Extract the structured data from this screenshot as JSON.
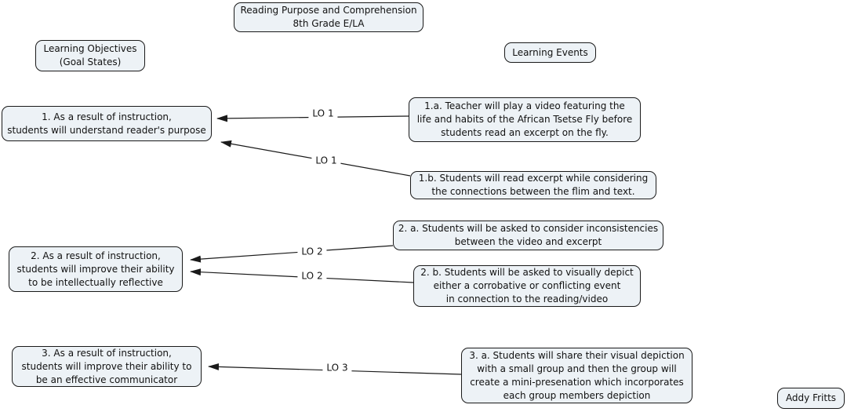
{
  "diagram": {
    "title": "Reading Purpose and Comprehension\n8th Grade E/LA",
    "column_headers": {
      "objectives": "Learning Objectives\n(Goal States)",
      "events": "Learning Events"
    },
    "objectives": [
      {
        "id": "objective-1",
        "text": "1. As a result of instruction,\nstudents will understand reader's purpose"
      },
      {
        "id": "objective-2",
        "text": "2. As a result of instruction,\nstudents will improve their ability\nto be intellectually reflective"
      },
      {
        "id": "objective-3",
        "text": "3. As a result of instruction,\nstudents will improve their ability to\nbe an effective communicator"
      }
    ],
    "events": [
      {
        "id": "event-1a",
        "text": "1.a. Teacher will play a video featuring the\nlife and habits of the African Tsetse Fly before\nstudents read an excerpt on the fly."
      },
      {
        "id": "event-1b",
        "text": "1.b. Students will read excerpt while considering\nthe connections between the flim and text."
      },
      {
        "id": "event-2a",
        "text": "2. a. Students will be asked to consider inconsistencies\nbetween the video and excerpt"
      },
      {
        "id": "event-2b",
        "text": "2. b. Students will be asked to visually depict\neither a corrobative or conflicting event\nin connection to the reading/video"
      },
      {
        "id": "event-3a",
        "text": "3. a. Students will share their visual depiction\nwith a small group and then the group will\ncreate a mini-presenation which incorporates\neach group members depiction"
      }
    ],
    "connections": [
      {
        "label": "LO 1",
        "from": "event-1a",
        "to": "objective-1"
      },
      {
        "label": "LO 1",
        "from": "event-1b",
        "to": "objective-1"
      },
      {
        "label": "LO 2",
        "from": "event-2a",
        "to": "objective-2"
      },
      {
        "label": "LO 2",
        "from": "event-2b",
        "to": "objective-2"
      },
      {
        "label": "LO 3",
        "from": "event-3a",
        "to": "objective-3"
      }
    ],
    "author": "Addy Fritts",
    "colors": {
      "node_fill": "#edf2f6",
      "node_border": "#1a1a1a",
      "arrow": "#1a1a1a",
      "text": "#111111",
      "canvas": "#ffffff"
    }
  }
}
